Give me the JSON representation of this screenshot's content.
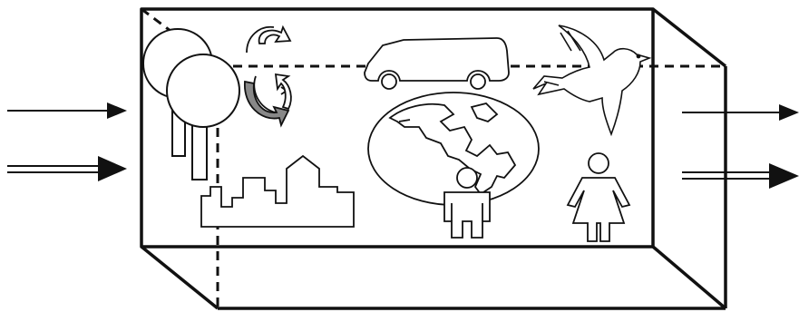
{
  "diagram": {
    "kind": "system-box",
    "inputs": [
      {
        "name": "input-arrow-single",
        "style": "single-line",
        "side": "left"
      },
      {
        "name": "input-arrow-double",
        "style": "double-line",
        "side": "right-pointing"
      }
    ],
    "outputs": [
      {
        "name": "output-arrow-single",
        "style": "single-line"
      },
      {
        "name": "output-arrow-double",
        "style": "double-line"
      }
    ],
    "contents": [
      "trees-icon",
      "cycle-arrows-icon",
      "van-icon",
      "dove-icon",
      "globe-icon",
      "city-skyline-icon",
      "man-icon",
      "woman-icon"
    ],
    "colors": {
      "ink": "#111111",
      "background": "#ffffff",
      "shading": "#888888"
    }
  }
}
